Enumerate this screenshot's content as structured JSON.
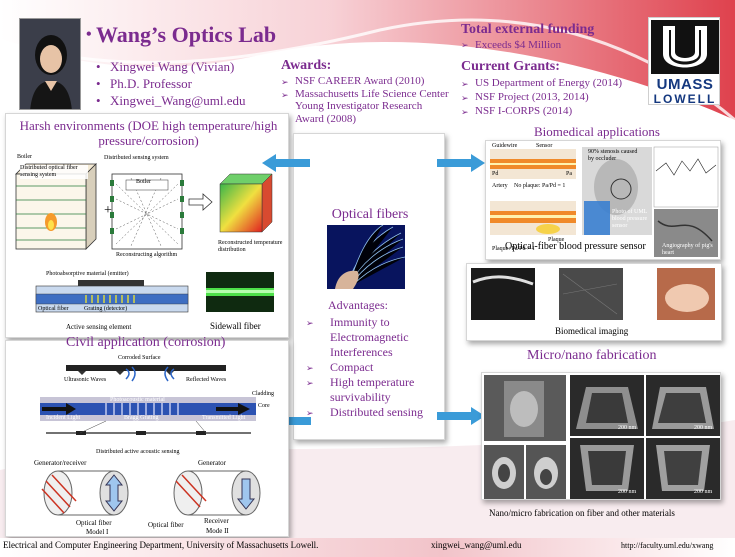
{
  "header": {
    "title": "Wang’s Optics Lab",
    "person": [
      "Xingwei Wang (Vivian)",
      "Ph.D. Professor",
      "Xingwei_Wang@uml.edu"
    ]
  },
  "awards": {
    "heading": "Awards:",
    "items": [
      "NSF CAREER Award (2010)",
      "Massachusetts Life Science Center Young Investigator Research Award (2008)"
    ]
  },
  "funding": {
    "heading": "Total external funding",
    "amount": "Exceeds $4 Million",
    "grants_heading": "Current Grants:",
    "grants": [
      "US Department of Energy (2014)",
      "NSF Project (2013, 2014)",
      "NSF I-CORPS (2014)"
    ]
  },
  "logo": {
    "line1": "UMASS",
    "line2": "LOWELL"
  },
  "harsh": {
    "title": "Harsh environments (DOE high temperature/high pressure/corrosion)",
    "boiler_left": "Boiler",
    "distributed_label": "Distributed optical fiber sensing system",
    "distributed_system": "Distributed sensing system",
    "boiler_inner": "Boiler",
    "reconstructing": "Reconstructing algorithm",
    "reconstructed": "Reconstructed temperature distribution",
    "photoabsorptive": "Photoabsorptive material (emitter)",
    "optical_fiber": "Optical fiber",
    "grating": "Grating (detector)",
    "active": "Active sensing element",
    "sidewall": "Sidewall fiber"
  },
  "center": {
    "title": "Optical fibers",
    "adv_heading": "Advantages:",
    "advantages": [
      "Immunity to Electromagnetic Interferences",
      "Compact",
      "High temperature survivability",
      "Distributed sensing"
    ]
  },
  "bio": {
    "title": "Biomedical applications",
    "guidewire": "Guidewire",
    "sensor": "Sensor",
    "artery": "Artery",
    "no_plaque": "No plaque: Pa/Pd = 1",
    "pa": "Pa",
    "pd": "Pd",
    "plaque": "Plaque",
    "plaque_eq": "Plaque: Pa/Pd > 1",
    "stenosis": "90% stenosis caused by occluder",
    "photo": "Photo of UML blood pressure sensor",
    "angio": "Angiography of pig's heart",
    "caption": "Optical-fiber blood pressure sensor",
    "imaging": "Biomedical imaging"
  },
  "civil": {
    "title": "Civil application (corrosion)",
    "corroded": "Corroded Surface",
    "ultrasonic": "Ultrasonic Waves",
    "reflected": "Reflected Waves",
    "photo": "Photoacoustic material",
    "cladding": "Cladding",
    "core": "Core",
    "incident": "Incident Light",
    "bragg": "Bragg Grating",
    "transmitted": "Transmitted Light",
    "distributed": "Distributed active acoustic sensing",
    "gen_rec": "Generator/receiver",
    "generator": "Generator",
    "fiber1": "Optical fiber",
    "model1": "Model I",
    "fiber2": "Optical fiber",
    "receiver": "Receiver",
    "mode2": "Mode II"
  },
  "micro": {
    "title": "Micro/nano fabrication",
    "scale1": "200 nm",
    "scale2": "200 nm",
    "scale3": "200 nm",
    "scale4": "200 nm",
    "caption": "Nano/micro fabrication on fiber and other materials"
  },
  "footer": {
    "dept": "Electrical and Computer Engineering Department, University of Massachusetts Lowell.",
    "email": "xingwei_wang@uml.edu",
    "url": "http://faculty.uml.edu/xwang"
  },
  "colors": {
    "accent": "#7b2b8f",
    "arrow": "#3a9bd8",
    "footer": "#c8102e",
    "logo": "#14387f"
  }
}
